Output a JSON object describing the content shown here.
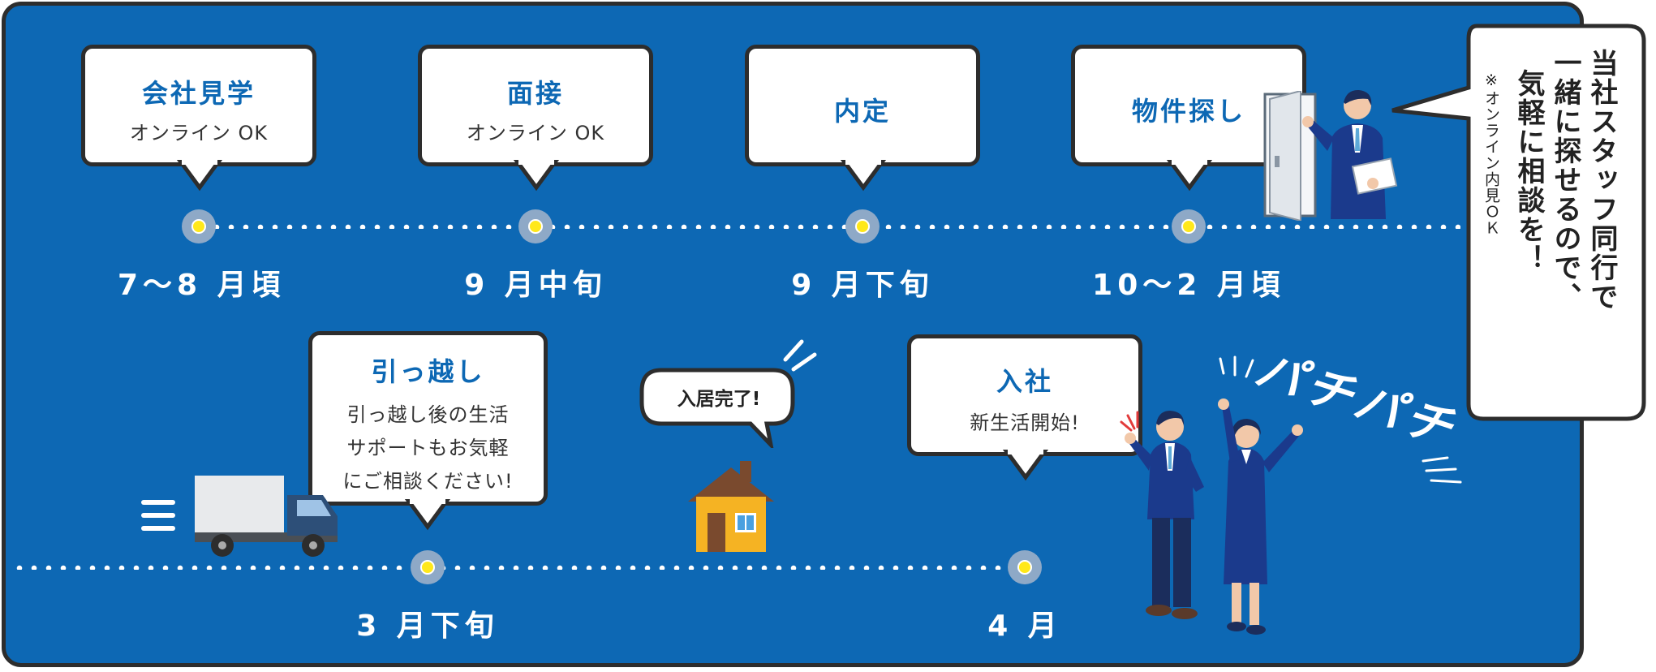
{
  "colors": {
    "background": "#0d68b4",
    "accent_text": "#0d68b4",
    "marker_center": "#ffe81a",
    "outline": "#2d2d2d"
  },
  "top_row": [
    {
      "title": "会社見学",
      "sub": "オンライン OK",
      "date": "7～8 月頃"
    },
    {
      "title": "面接",
      "sub": "オンライン OK",
      "date": "9 月中旬"
    },
    {
      "title": "内定",
      "date": "9 月下旬"
    },
    {
      "title": "物件探し",
      "date": "10～2 月頃"
    }
  ],
  "bottom_row": {
    "moving": {
      "title": "引っ越し",
      "lines": [
        "引っ越し後の生活",
        "サポートもお気軽",
        "にご相談ください!"
      ],
      "date": "3 月下旬"
    },
    "move_in": {
      "label": "入居完了!"
    },
    "joining": {
      "title": "入社",
      "sub": "新生活開始!",
      "date": "4 月"
    }
  },
  "staff_callout": {
    "line1": "当社スタッフ同行で",
    "line2": "一緒に探せるので、",
    "line3": "気軽に相談を！",
    "note": "※オンライン内見ＯＫ"
  },
  "applause": "パチパチ",
  "icons": [
    "door-icon",
    "staff-with-clipboard-icon",
    "truck-icon",
    "house-icon",
    "cheering-employees-icon"
  ]
}
